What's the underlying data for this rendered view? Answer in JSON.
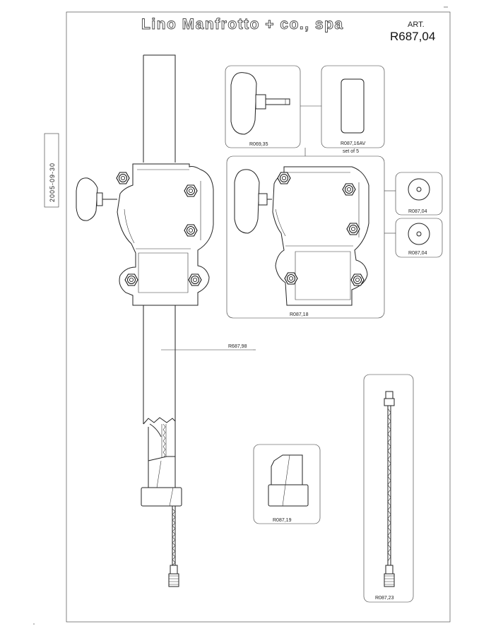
{
  "title_block": {
    "brand": "Lino Manfrotto + co., spa",
    "art_label": "ART.",
    "art_number": "R687,04"
  },
  "date_stamp": "2005-09-30",
  "parts": {
    "knob": "R069,35",
    "pad_code": "R087,16AV",
    "pad_note": "set of 5",
    "clamp_assembly": "R087,18",
    "washer_top": "R087,04",
    "washer_bottom": "R087,04",
    "tube": "R687,98",
    "end_cap": "R087,19",
    "cable": "R087,23"
  }
}
